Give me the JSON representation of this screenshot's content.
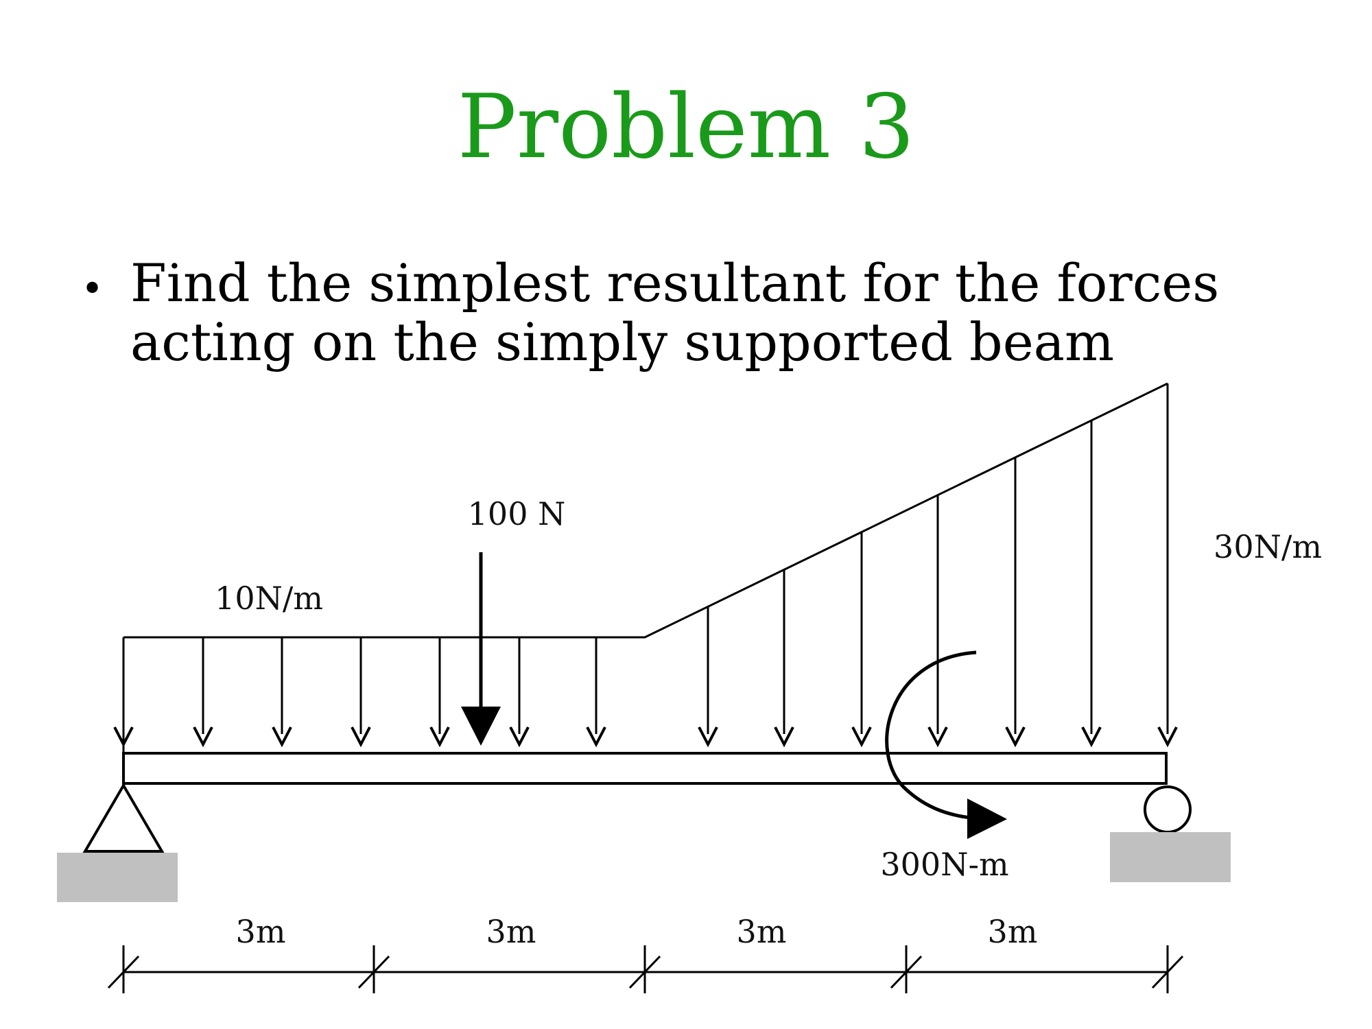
{
  "title": "Problem 3",
  "bullet": {
    "line1": "Find the simplest resultant for the forces",
    "line2": "acting on the simply supported beam"
  },
  "diagram": {
    "uniform_load_label": "10N/m",
    "point_load_label": "100 N",
    "max_load_label": "30N/m",
    "moment_label": "300N-m",
    "span_labels": [
      "3m",
      "3m",
      "3m",
      "3m"
    ]
  },
  "colors": {
    "title": "#1a9a1a",
    "support_base": "#c0c0c0"
  }
}
